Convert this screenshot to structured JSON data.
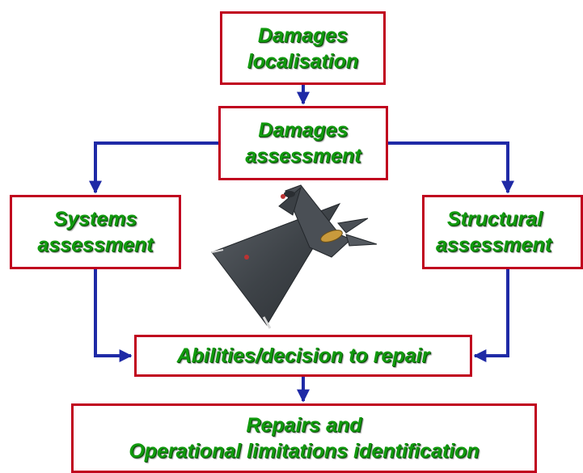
{
  "colors": {
    "box_border": "#c0001e",
    "text": "#119a0e",
    "connector": "#1f2aa6"
  },
  "boxes": {
    "localisation": {
      "line1": "Damages",
      "line2": "localisation"
    },
    "assessment": {
      "line1": "Damages",
      "line2": "assessment"
    },
    "systems": {
      "line1": "Systems",
      "line2": "assessment"
    },
    "structural": {
      "line1": "Structural",
      "line2": "assessment"
    },
    "decision": {
      "line1": "Abilities/decision to repair"
    },
    "repairs": {
      "line1": "Repairs and",
      "line2": "Operational limitations identification"
    }
  },
  "image": {
    "icon": "fighter-jet-icon"
  }
}
